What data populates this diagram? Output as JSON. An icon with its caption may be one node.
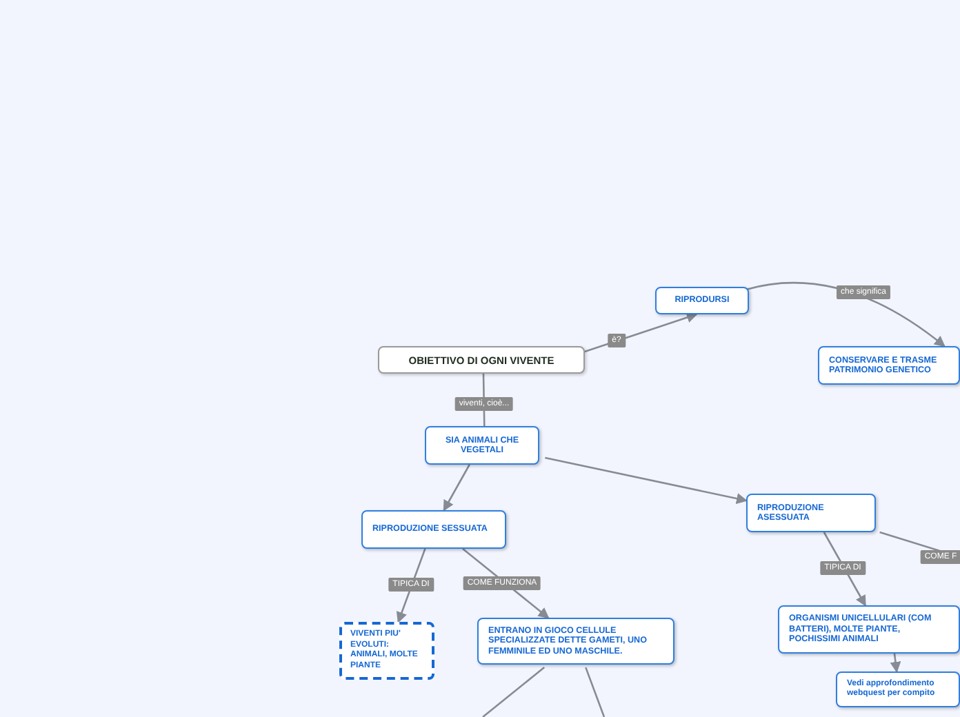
{
  "diagram": {
    "nodes": [
      {
        "text": [
          "RIPRODURSI"
        ]
      },
      {
        "text": [
          "CONSERVARE E TRASME PATRIMONIO GENETICO"
        ]
      },
      {
        "text": [
          "OBIETTIVO DI OGNI VIVENTE"
        ]
      },
      {
        "text": [
          "SIA ANIMALI CHE VEGETALI"
        ]
      },
      {
        "text": [
          "RIPRODUZIONE SESSUATA"
        ]
      },
      {
        "text": [
          "RIPRODUZIONE ASESSUATA"
        ]
      },
      {
        "text": [
          "VIVENTI PIU' EVOLUTI: ANIMALI, MOLTE PIANTE"
        ]
      },
      {
        "text": [
          "ENTRANO IN GIOCO CELLULE SPECIALIZZATE DETTE GAMETI, UNO FEMMINILE ED UNO MASCHILE."
        ]
      },
      {
        "text": [
          "ORGANISMI UNICELLULARI (COM BATTERI), MOLTE PIANTE, POCHISSIMI ANIMALI"
        ]
      },
      {
        "text": [
          "Vedi approfondimento webquest per compito"
        ]
      }
    ],
    "edges": [
      {
        "from": 2,
        "to": 0,
        "arrow": "to",
        "label": "è?"
      },
      {
        "from": 0,
        "to": 1,
        "arrow": "to",
        "label": "che significa"
      },
      {
        "from": 2,
        "to": 3,
        "arrow": "none",
        "label": "viventi, cioè..."
      },
      {
        "from": 3,
        "to": 4,
        "arrow": "to"
      },
      {
        "from": 3,
        "to": 5,
        "arrow": "to"
      },
      {
        "from": 4,
        "to": 6,
        "arrow": "to",
        "label": "TIPICA DI"
      },
      {
        "from": 4,
        "to": 7,
        "arrow": "to",
        "label": "COME FUNZIONA"
      },
      {
        "from": 5,
        "to": 8,
        "arrow": "to",
        "label": "TIPICA DI"
      },
      {
        "from": 5,
        "to": null,
        "arrow": "none",
        "label": "COME F"
      },
      {
        "from": 8,
        "to": 9,
        "arrow": "to"
      },
      {
        "from": 7,
        "to": null,
        "arrow": "none"
      },
      {
        "from": 7,
        "to": null,
        "arrow": "none"
      }
    ]
  }
}
